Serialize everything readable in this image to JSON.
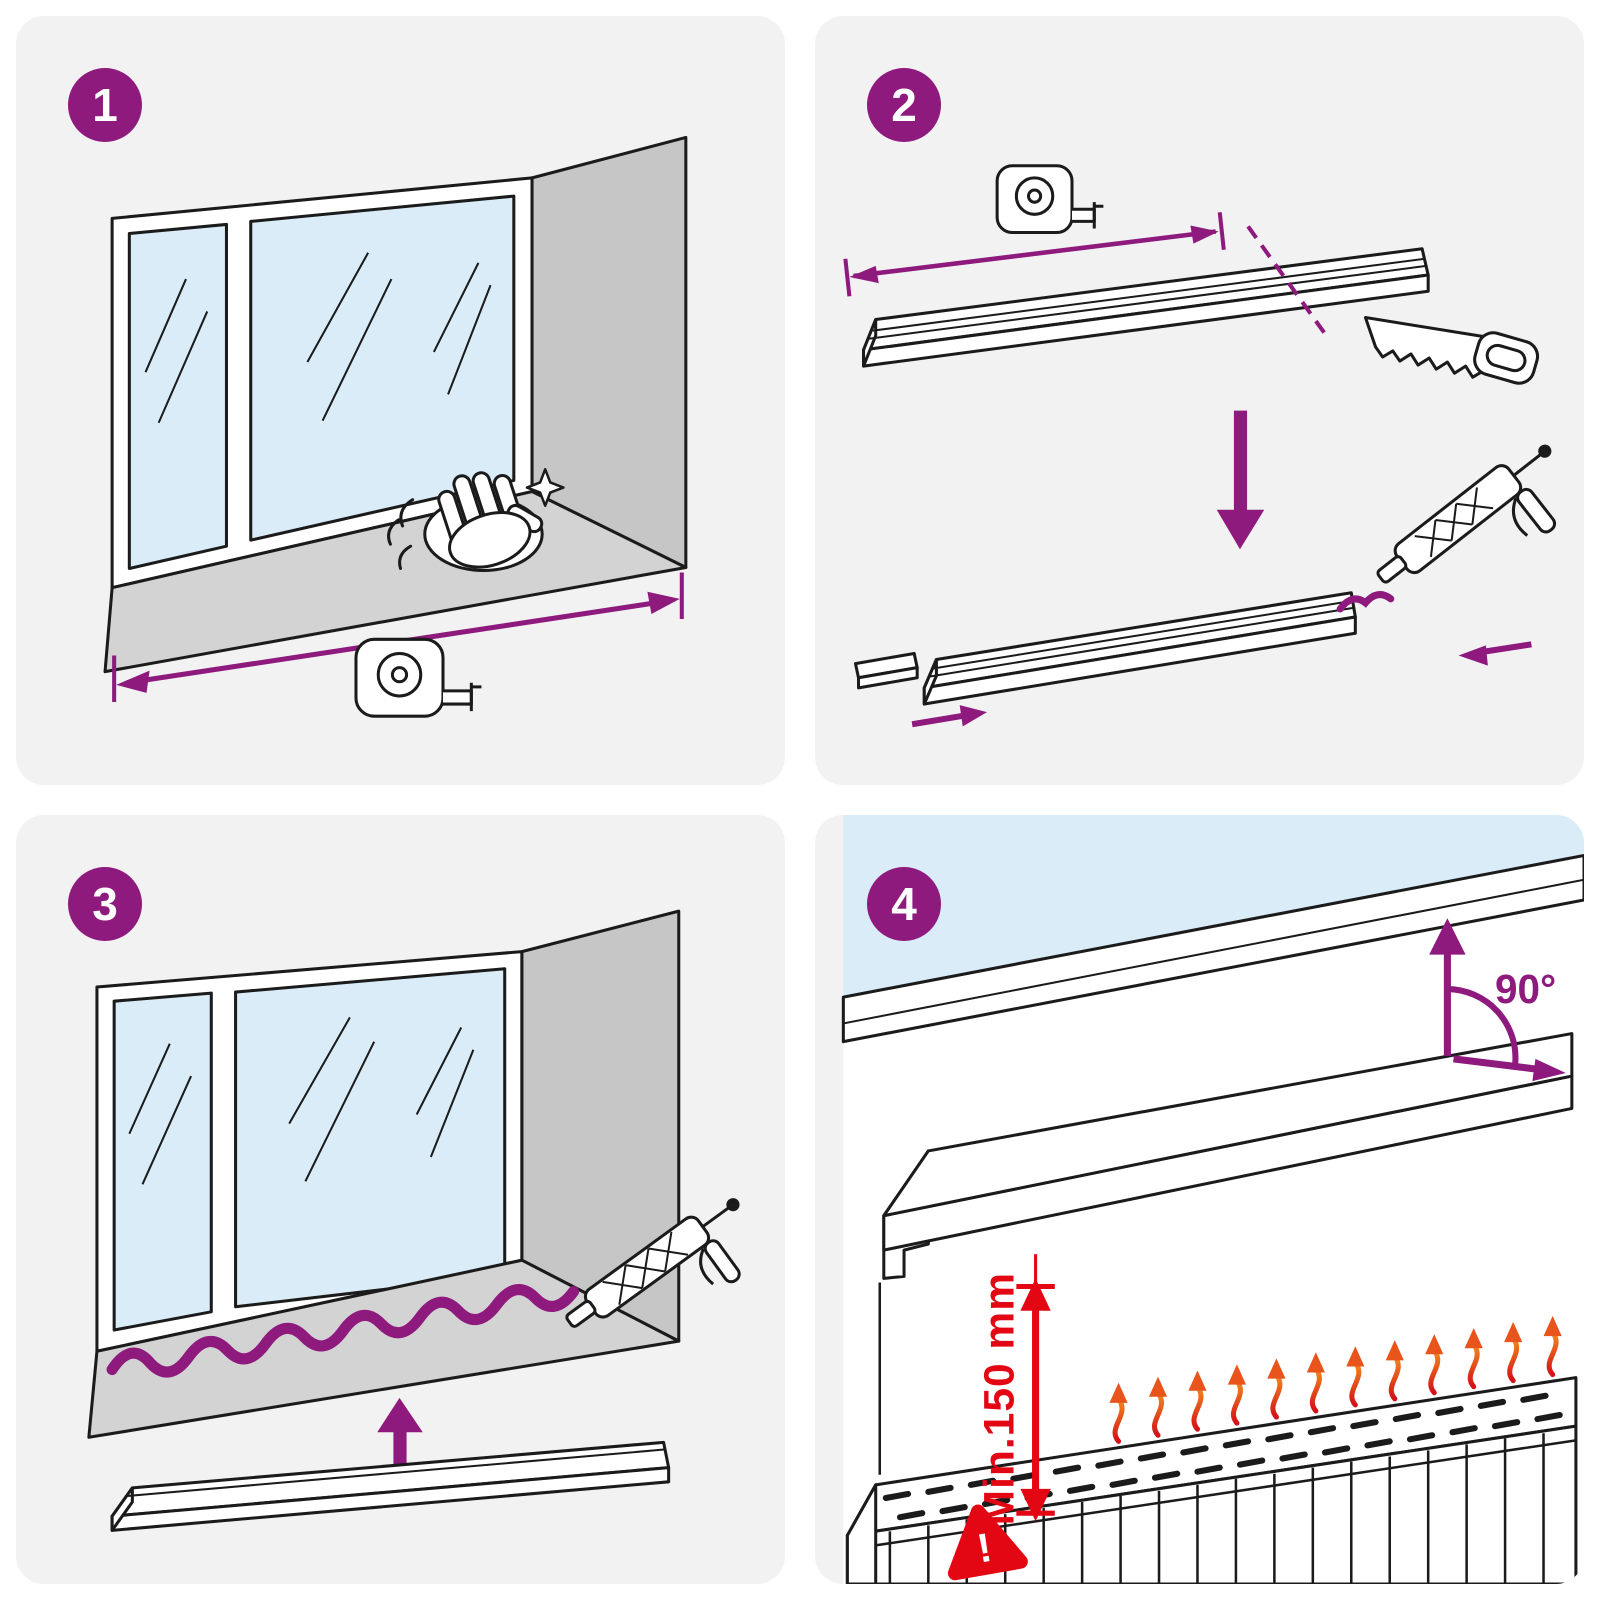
{
  "colors": {
    "page_bg": "#ffffff",
    "panel_bg": "#f2f2f2",
    "badge_purple": "#8e1a7e",
    "accent_purple": "#8e1a7e",
    "warning_red": "#e30613",
    "heat_gradient": [
      "#d41018",
      "#f28b1e"
    ],
    "glass_blue": "#d9ecf7",
    "recess_wall_gray": "#c6c6c6",
    "sill_gray": "#d3d3d3",
    "line_dark": "#1b1b1b"
  },
  "panels": [
    {
      "badge": "1",
      "icons": [
        "window",
        "glass-reflections",
        "cleaning-hand",
        "cloth",
        "sparkle",
        "width-dimension-arrow",
        "measuring-tape"
      ]
    },
    {
      "badge": "2",
      "icons": [
        "measuring-tape",
        "length-dimension-arrow",
        "sill-board",
        "cut-dashed-line",
        "handsaw",
        "down-arrow",
        "end-cap-strip",
        "cut-sill-board",
        "adhesive-bead",
        "caulk-gun",
        "slide-arrow-left",
        "slide-arrow-right"
      ]
    },
    {
      "badge": "3",
      "icons": [
        "window",
        "glass-reflections",
        "adhesive-bead-squiggle",
        "caulk-gun",
        "up-arrow",
        "sill-board"
      ]
    },
    {
      "badge": "4",
      "labels": {
        "angle": "90°",
        "clearance": "Min.150 mm",
        "warning": "!"
      },
      "icons": [
        "window-glass",
        "window-frame",
        "sill-board",
        "right-angle-arrows",
        "clearance-arrow",
        "warning-triangle",
        "radiator",
        "heat-arrows"
      ]
    }
  ]
}
